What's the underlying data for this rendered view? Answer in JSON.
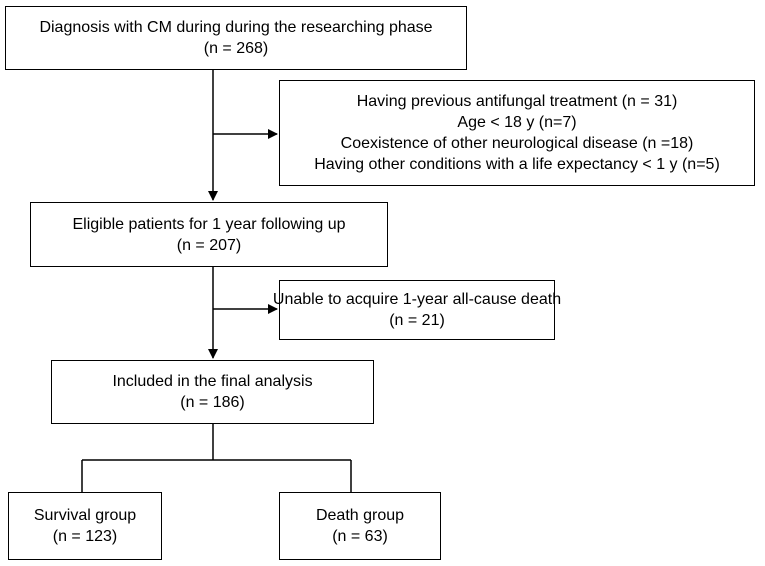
{
  "boxes": {
    "diagnosis": {
      "line1": "Diagnosis with CM during during the researching phase",
      "line2": "(n = 268)"
    },
    "exclusion": {
      "line1": "Having  previous antifungal treatment (n = 31)",
      "line2": "Age < 18 y (n=7)",
      "line3": "Coexistence of other neurological disease (n =18)",
      "line4": "Having other conditions with a life expectancy < 1 y (n=5)"
    },
    "eligible": {
      "line1": "Eligible patients for 1 year following up",
      "line2": "(n = 207)"
    },
    "lost": {
      "line1": "Unable to acquire 1-year all-cause death",
      "line2": "(n = 21)"
    },
    "included": {
      "line1": "Included in the final analysis",
      "line2": "(n = 186)"
    },
    "survival": {
      "line1": "Survival group",
      "line2": "(n = 123)"
    },
    "death": {
      "line1": "Death group",
      "line2": "(n = 63)"
    }
  }
}
